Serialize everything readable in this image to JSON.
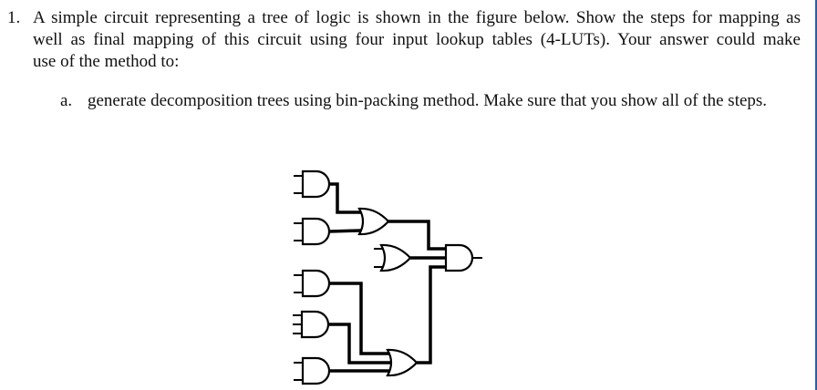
{
  "question": {
    "number": "1.",
    "lines": [
      "A simple circuit representing a tree of logic is shown in the figure below. Show the steps for mapping as",
      "well as final mapping of this circuit using four input lookup tables (4-LUTs). Your answer could make",
      "use of the method to:"
    ],
    "sub_items": [
      {
        "label": "a.",
        "text": "generate decomposition trees using bin-packing method. Make sure that you show all of the steps."
      }
    ]
  },
  "figure": {
    "description": "logic tree circuit",
    "gates": [
      {
        "id": "and1",
        "type": "AND",
        "inputs": 2,
        "level": 1
      },
      {
        "id": "and2",
        "type": "AND",
        "inputs": 2,
        "level": 1
      },
      {
        "id": "and3",
        "type": "AND",
        "inputs": 2,
        "level": 1
      },
      {
        "id": "and4",
        "type": "AND",
        "inputs": 3,
        "level": 1
      },
      {
        "id": "and5",
        "type": "AND",
        "inputs": 2,
        "level": 1
      },
      {
        "id": "or1",
        "type": "OR",
        "inputs": 2,
        "level": 2,
        "from": [
          "and1",
          "and2"
        ]
      },
      {
        "id": "or2",
        "type": "OR",
        "inputs": 2,
        "level": 2,
        "from": []
      },
      {
        "id": "or3",
        "type": "OR",
        "inputs": 3,
        "level": 2,
        "from": [
          "and3",
          "and4",
          "and5"
        ]
      },
      {
        "id": "and_out",
        "type": "AND",
        "inputs": 3,
        "level": 3,
        "from": [
          "or1",
          "or2",
          "or3"
        ]
      }
    ]
  },
  "colors": {
    "text": "#111111",
    "wire": "#000000",
    "border": "#2e5f9e"
  }
}
